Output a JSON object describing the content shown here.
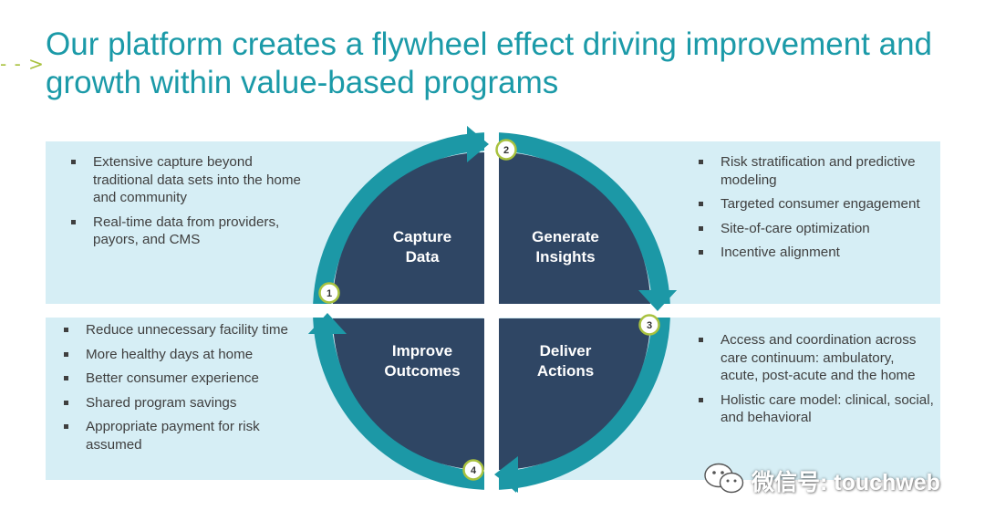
{
  "title": "Our platform creates a flywheel effect driving improvement and growth within value-based programs",
  "title_arrow": "- - >",
  "colors": {
    "title": "#1b9aa8",
    "panel": "#d6eef5",
    "quadrant": "#2f4664",
    "ring": "#1c98a6",
    "badge_border": "#a9c23f"
  },
  "quadrants": [
    {
      "id": "capture",
      "line1": "Capture",
      "line2": "Data"
    },
    {
      "id": "generate",
      "line1": "Generate",
      "line2": "Insights"
    },
    {
      "id": "deliver",
      "line1": "Deliver",
      "line2": "Actions"
    },
    {
      "id": "improve",
      "line1": "Improve",
      "line2": "Outcomes"
    }
  ],
  "steps": [
    "1",
    "2",
    "3",
    "4"
  ],
  "panels": {
    "top_left": [
      "Extensive capture beyond traditional data sets into the home and community",
      "Real-time data from providers, payors, and CMS"
    ],
    "top_right": [
      "Risk stratification and predictive modeling",
      "Targeted consumer engagement",
      "Site-of-care optimization",
      "Incentive alignment"
    ],
    "bottom_left": [
      "Reduce unnecessary facility time",
      "More healthy days at home",
      "Better consumer experience",
      "Shared program savings",
      "Appropriate payment for risk assumed"
    ],
    "bottom_right": [
      "Access and coordination across care continuum: ambulatory, acute, post-acute and the home",
      "Holistic care model: clinical, social, and behavioral"
    ]
  },
  "watermark": {
    "text": "微信号: touchweb",
    "icon": "wechat-icon"
  }
}
